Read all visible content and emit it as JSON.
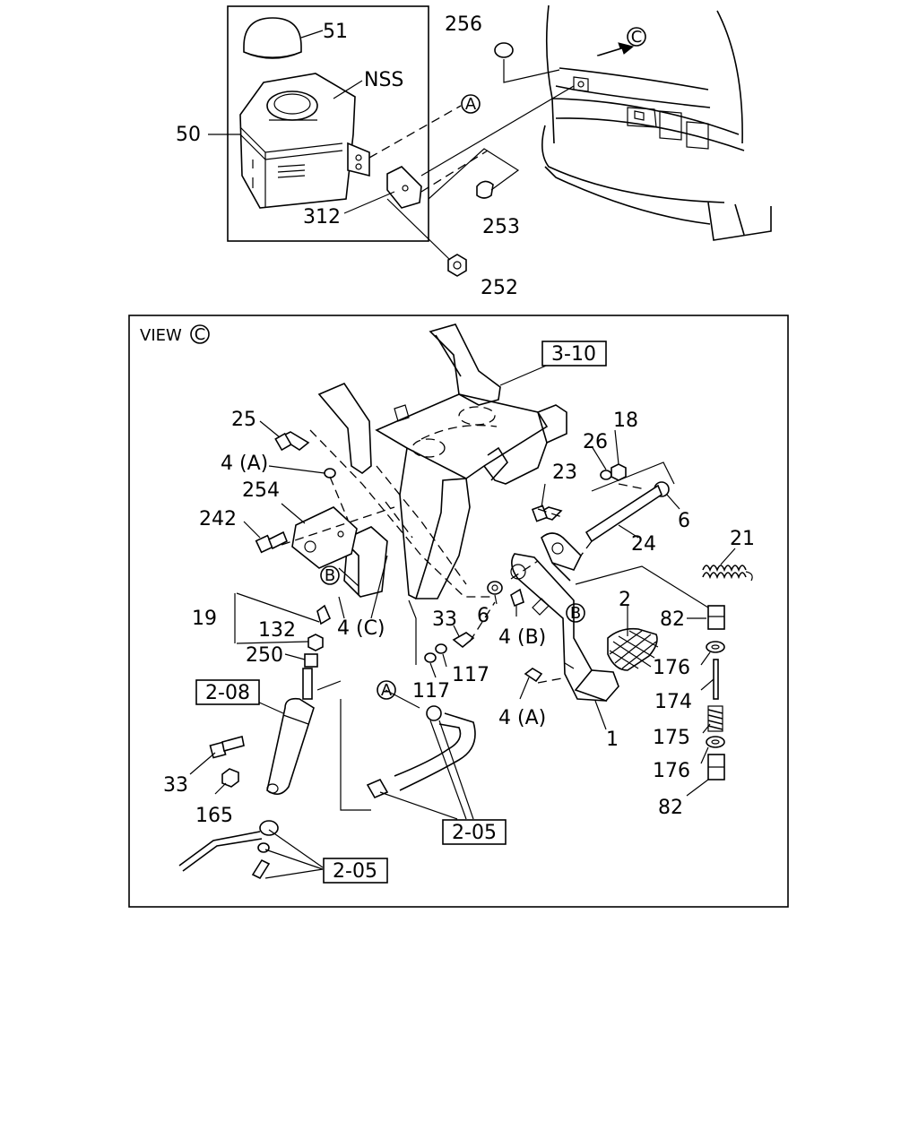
{
  "view_label": "VIEW",
  "view_ref": "C",
  "callouts": {
    "c51": "51",
    "cNSS": "NSS",
    "c50": "50",
    "c312": "312",
    "c253": "253",
    "c252": "252",
    "c256": "256",
    "c25": "25",
    "c4A1": "4 (A)",
    "c254": "254",
    "c242": "242",
    "c19": "19",
    "c132": "132",
    "c250": "250",
    "c4C": "4 (C)",
    "c33a": "33",
    "c33b": "33",
    "c165": "165",
    "c117a": "117",
    "c117b": "117",
    "c6a": "6",
    "c6b": "6",
    "c4B": "4 (B)",
    "c23": "23",
    "c26": "26",
    "c18": "18",
    "c24": "24",
    "c21": "21",
    "c2": "2",
    "c82a": "82",
    "c176a": "176",
    "c174": "174",
    "c175": "175",
    "c176b": "176",
    "c82b": "82",
    "c4A2": "4 (A)",
    "c1": "1"
  },
  "ref_boxes": {
    "r310": "3-10",
    "r208": "2-08",
    "r205a": "2-05",
    "r205b": "2-05"
  },
  "circle_refs": {
    "cA1": "A",
    "cA2": "A",
    "cB1": "B",
    "cB2": "B",
    "cC1": "C",
    "cC2": "C"
  }
}
